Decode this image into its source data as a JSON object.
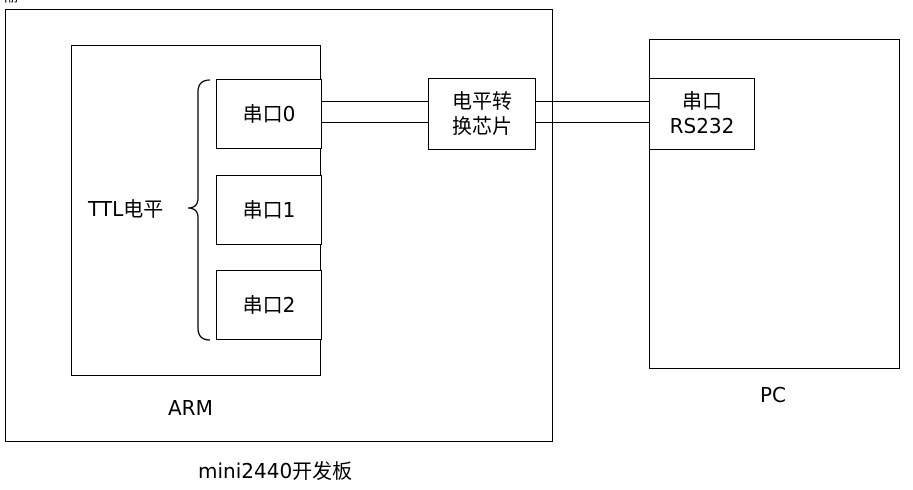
{
  "header_fragment": "輸",
  "board": {
    "label": "mini2440开发板"
  },
  "arm": {
    "label": "ARM",
    "ttl_label": "TTL电平",
    "ports": [
      {
        "label": "串口0"
      },
      {
        "label": "串口1"
      },
      {
        "label": "串口2"
      }
    ]
  },
  "converter": {
    "line1": "电平转",
    "line2": "换芯片"
  },
  "pc": {
    "label": "PC",
    "serial": {
      "line1": "串口",
      "line2": "RS232"
    }
  }
}
